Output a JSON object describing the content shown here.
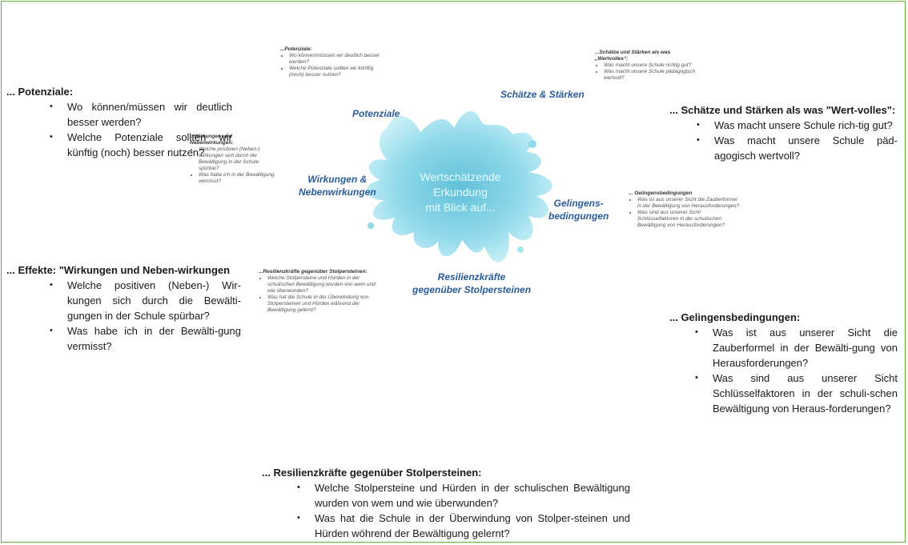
{
  "diagram": {
    "center": {
      "line1": "Wertschätzende",
      "line2": "Erkundung",
      "line3": "mit Blick auf..."
    },
    "petals": {
      "potenziale": "Potenziale",
      "schaetze": "Schätze & Stärken",
      "wirkungen_l1": "Wirkungen &",
      "wirkungen_l2": "Nebenwirkungen",
      "gelingens_l1": "Gelingens-",
      "gelingens_l2": "bedingungen",
      "resilienz_l1": "Resilienzkräfte",
      "resilienz_l2": "gegenüber Stolpersteinen"
    },
    "mini": {
      "potenziale": {
        "heading": "...Potenziale:",
        "items": [
          "Wo können/müssen wir deutlich besser werden?",
          "Welche Potenziale sollten wir künftig (noch) besser nutzen?"
        ]
      },
      "schaetze": {
        "heading": "...Schätze und Stärken als was „Wertvolles“:",
        "items": [
          "Was macht unsere Schule richtig gut?",
          "Was macht unsere Schule pädagogisch wertvoll?"
        ]
      },
      "wirkungen": {
        "heading": "...Wirkungen und Nebenwirkungen:",
        "items": [
          "Welche positiven (Neben-) Wirkungen sich durch die Bewältigung in der Schule spürbar?",
          "Was habe ich in der Bewältigung vermisst?"
        ]
      },
      "gelingens": {
        "heading": "... Gelingensbedingungen",
        "items": [
          "Was ist aus unserer Sicht die Zauberformel in der Bewältigung von Herausforderungen?",
          "Was sind aus unserer Sicht Schlüsselfaktoren in der schulischen Bewältigung von Herausforderungen?"
        ]
      },
      "resilienz": {
        "heading": "...Resilienzkräfte gegenüber Stolpersteinen:",
        "items": [
          "Welche Stolpersteine und Hürden in der schulischen Bewältigung wurden von wem und wie überwunden?",
          "Was hat die Schule in der Überwindung von Stolpersteinen und Hürden während der Bewältigung gelernt?"
        ]
      }
    }
  },
  "sections": {
    "potenziale": {
      "heading": "... Potenziale:",
      "items": [
        "Wo können/müssen wir deutlich besser werden?",
        "Welche Potenziale sollten wir künftig (noch) besser nutzen?"
      ]
    },
    "schaetze": {
      "heading": "... Schätze und Stärken als was \"Wert-volles\":",
      "items": [
        "Was macht unsere Schule rich-tig gut?",
        "Was macht unsere Schule päd-agogisch wertvoll?"
      ]
    },
    "effekte": {
      "heading": "... Effekte: \"Wirkungen und Neben-wirkungen",
      "items": [
        "Welche positiven (Neben-) Wir-kungen sich durch die Bewälti-gungen in der Schule spürbar?",
        "Was habe ich in der Bewälti-gung vermisst?"
      ]
    },
    "gelingens": {
      "heading": "... Gelingensbedingungen:",
      "items": [
        "Was ist aus unserer Sicht die Zauberformel in der Bewälti-gung von Herausforderungen?",
        "Was sind aus unserer Sicht Schlüsselfaktoren in der schuli-schen Bewältigung von Heraus-forderungen?"
      ]
    },
    "resilienz": {
      "heading": "... Resilienzkräfte gegenüber Stolpersteinen:",
      "items": [
        "Welche Stolpersteine und Hürden in der schulischen Bewältigung wurden von wem und wie überwunden?",
        "Was hat die Schule in der Überwindung von Stolper-steinen und Hürden wöhrend der Bewältigung gelernt?"
      ]
    }
  },
  "colors": {
    "frame": "#5fae3e",
    "blob": "#8fd9ea",
    "petal_text": "#2a5c9c"
  }
}
